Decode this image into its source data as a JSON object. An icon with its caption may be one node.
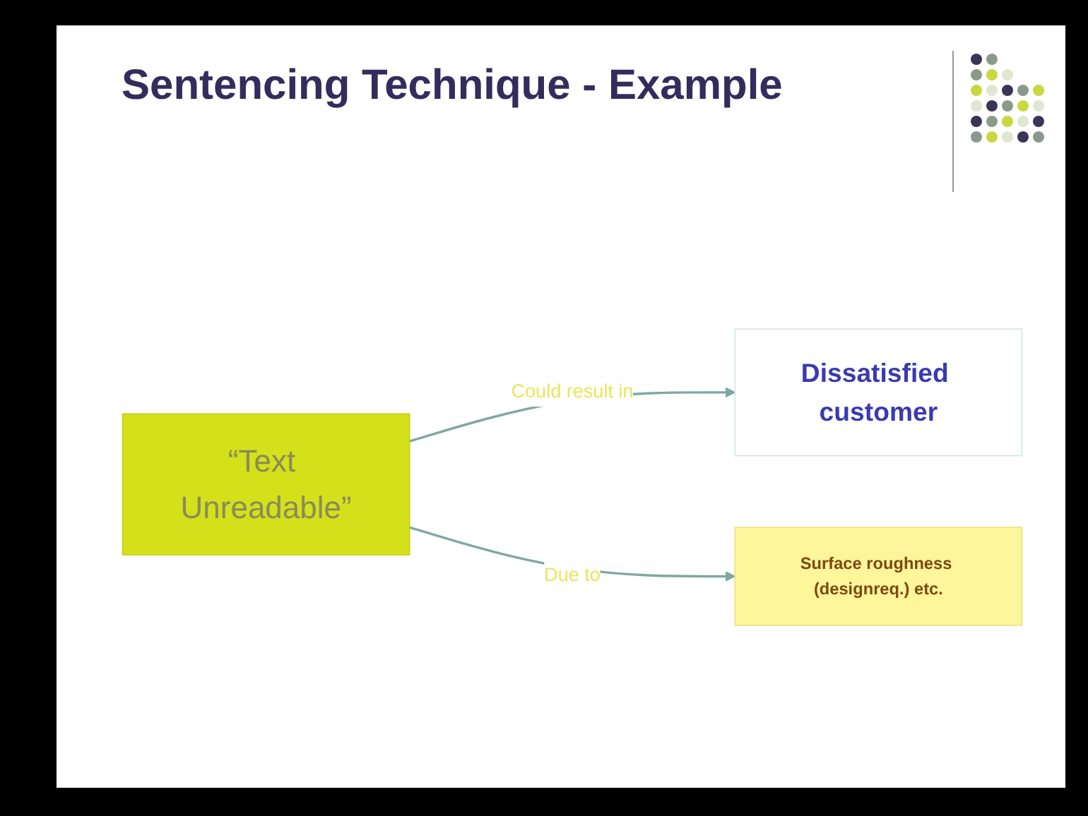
{
  "diagram": {
    "title": "Sentencing Technique - Example",
    "nodes": [
      {
        "text": [
          "“Text Unreadable”"
        ]
      },
      {
        "text": [
          "Dissatisfied customer"
        ]
      },
      {
        "text": [
          "Surface roughness (designreq.) etc."
        ]
      }
    ],
    "edges": [
      {
        "from": 0,
        "to": 1,
        "arrow": "to",
        "label": "Could result in"
      },
      {
        "from": 0,
        "to": 2,
        "arrow": "to",
        "label": "Due to"
      }
    ]
  }
}
